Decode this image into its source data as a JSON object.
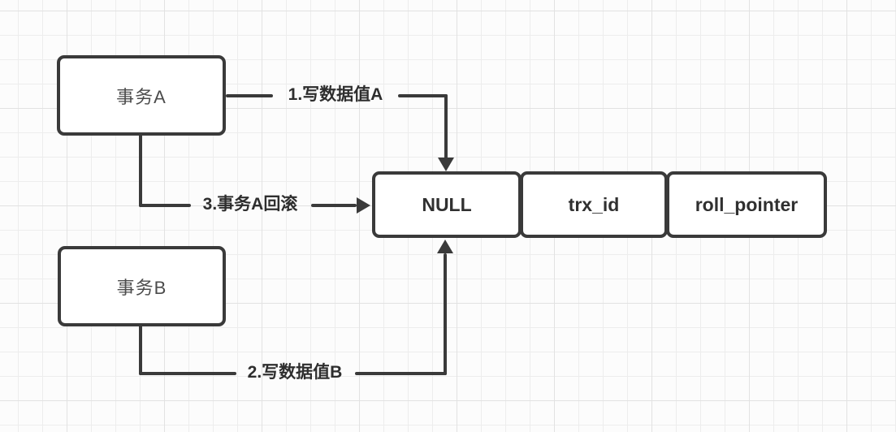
{
  "diagram": {
    "title": "transaction-undo-log-version-chain",
    "colors": {
      "stroke": "#3a3a3a",
      "node_text": "#4c4c4c",
      "value_text": "#303030",
      "label_text": "#2e2e2e",
      "background": "#fcfcfc",
      "grid_minor": "#ededed",
      "grid_major": "#e2e2e2"
    },
    "nodes": {
      "txn_a": {
        "label": "事务A"
      },
      "txn_b": {
        "label": "事务B"
      },
      "null_value": {
        "label": "NULL"
      },
      "trx_id": {
        "label": "trx_id"
      },
      "roll_pointer": {
        "label": "roll_pointer"
      }
    },
    "edges": {
      "write_a": {
        "label": "1.写数据值A",
        "from": "txn_a",
        "to": "null_value",
        "arrow_direction": "down"
      },
      "rollback_a": {
        "label": "3.事务A回滚",
        "from": "txn_a",
        "to": "null_value",
        "arrow_direction": "right"
      },
      "write_b": {
        "label": "2.写数据值B",
        "from": "txn_b",
        "to": "null_value",
        "arrow_direction": "up"
      }
    }
  }
}
